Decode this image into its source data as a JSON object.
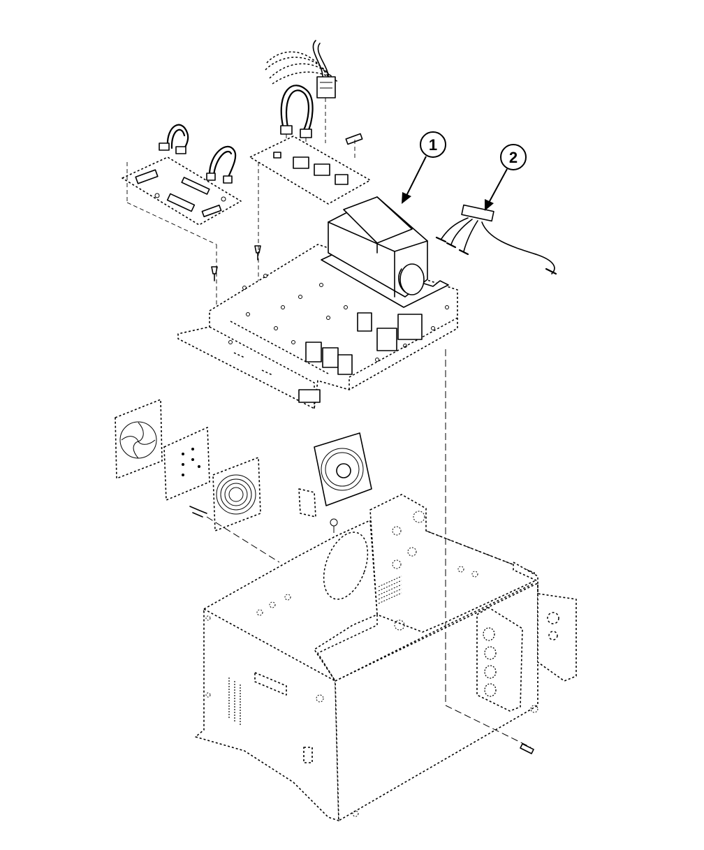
{
  "callouts": [
    {
      "id": "callout-1",
      "number": "1"
    },
    {
      "id": "callout-2",
      "number": "2"
    }
  ],
  "parts": [
    "wiring-harness",
    "ribbon-cable-left",
    "ribbon-cable-right",
    "control-board-left",
    "relay-board-right",
    "transformer",
    "cable-assembly",
    "mounting-plate",
    "fan-left",
    "fan-filter",
    "fan-guard",
    "fan-right",
    "chassis-enclosure",
    "side-bracket",
    "connector-panel"
  ]
}
